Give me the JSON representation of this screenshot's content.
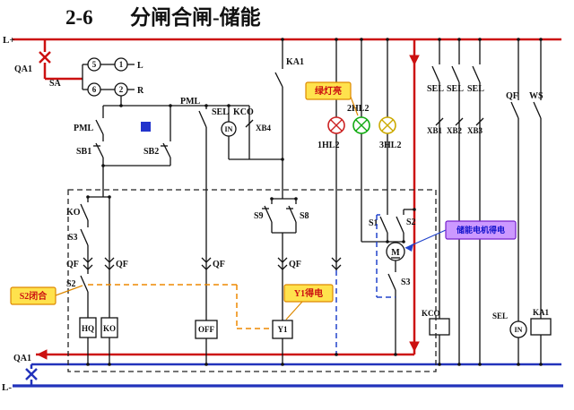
{
  "title": {
    "index": "2-6",
    "name": "分闸合闸-储能"
  },
  "labels": {
    "l_plus": "L+",
    "l_minus": "L-",
    "qa1_top": "QA1",
    "qa1_bottom": "QA1",
    "sa": "SA",
    "c5": "5",
    "c1": "1",
    "c6": "6",
    "c2": "2",
    "pos_l": "L",
    "pos_r": "R",
    "pml_a": "PML",
    "sb1": "SB1",
    "sb2": "SB2",
    "pml_c": "PML",
    "sel_mid": "SEL",
    "kco_mid": "KCO",
    "in_mid": "IN",
    "xb4": "XB4",
    "ka1_top": "KA1",
    "s9": "S9",
    "s8": "S8",
    "qf_f": "QF",
    "y1_coil": "Y1",
    "hl1": "1HL2",
    "hl2": "2HL2",
    "hl3": "3HL2",
    "sel_r1": "SEL",
    "sel_r2": "SEL",
    "sel_r3": "SEL",
    "xb1": "XB1",
    "xb2": "XB2",
    "xb3": "XB3",
    "qf_top": "QF",
    "ws": "WS",
    "ko_contact": "KO",
    "s3_left": "S3",
    "qf_a_left": "QF",
    "s2_left": "S2",
    "qf_a_right": "QF",
    "hq_coil": "HQ",
    "ko_coil": "KO",
    "qf_c": "QF",
    "off_coil": "OFF",
    "s1": "S1",
    "s2_right": "S2",
    "motor": "M",
    "s3_right": "S3",
    "kco_coil": "KCO",
    "sel_bottom": "SEL",
    "in_bottom": "IN",
    "ka1_coil": "KA1"
  },
  "callouts": {
    "green_lamp_on": "绿灯亮",
    "s2_closed": "S2闭合",
    "y1_energized": "Y1得电",
    "motor_energized": "储能电机得电"
  },
  "colors": {
    "bus_positive": "#cc1111",
    "bus_negative": "#2233bb",
    "highlight_path": "#ee8800",
    "linkage": "#2244cc",
    "callout_bg": "#ffe24d",
    "callout_border": "#dd8800",
    "callout_text": "#cc1111",
    "motor_callout_bg": "#cc99ff",
    "motor_callout_text": "#1111cc",
    "lamp_red": "#cc2222",
    "lamp_green": "#11aa11",
    "lamp_yellow": "#ccaa00",
    "indicator_blue": "#2233cc"
  }
}
